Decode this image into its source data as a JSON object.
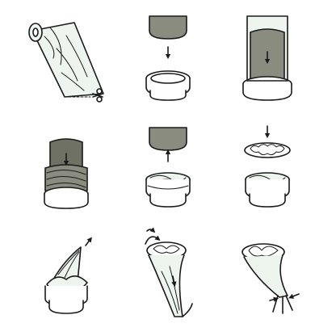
{
  "diagram": {
    "colors": {
      "ink": "#1a1a1a",
      "film": "#eef4ee",
      "film_edge": "#2a2a2a",
      "tube_gray": "#8a8c80",
      "tube_dark": "#6f7165",
      "background": "#ffffff"
    },
    "steps": [
      {
        "icon": "film-roll-scissors-icon",
        "arrow": "none"
      },
      {
        "icon": "tube-above-ring-icon",
        "arrow": "down"
      },
      {
        "icon": "tube-pressed-into-ring-icon",
        "arrow": "down"
      },
      {
        "icon": "film-wrapped-tube-icon",
        "arrow": "down"
      },
      {
        "icon": "tube-lifted-from-ring-icon",
        "arrow": "up"
      },
      {
        "icon": "lid-placed-on-ring-icon",
        "arrow": "down"
      },
      {
        "icon": "film-pulled-up-icon",
        "arrow": "up-right"
      },
      {
        "icon": "ring-inverted-twist-icon",
        "arrow": "down-right"
      },
      {
        "icon": "film-tied-ends-icon",
        "arrow": "inward"
      }
    ]
  }
}
